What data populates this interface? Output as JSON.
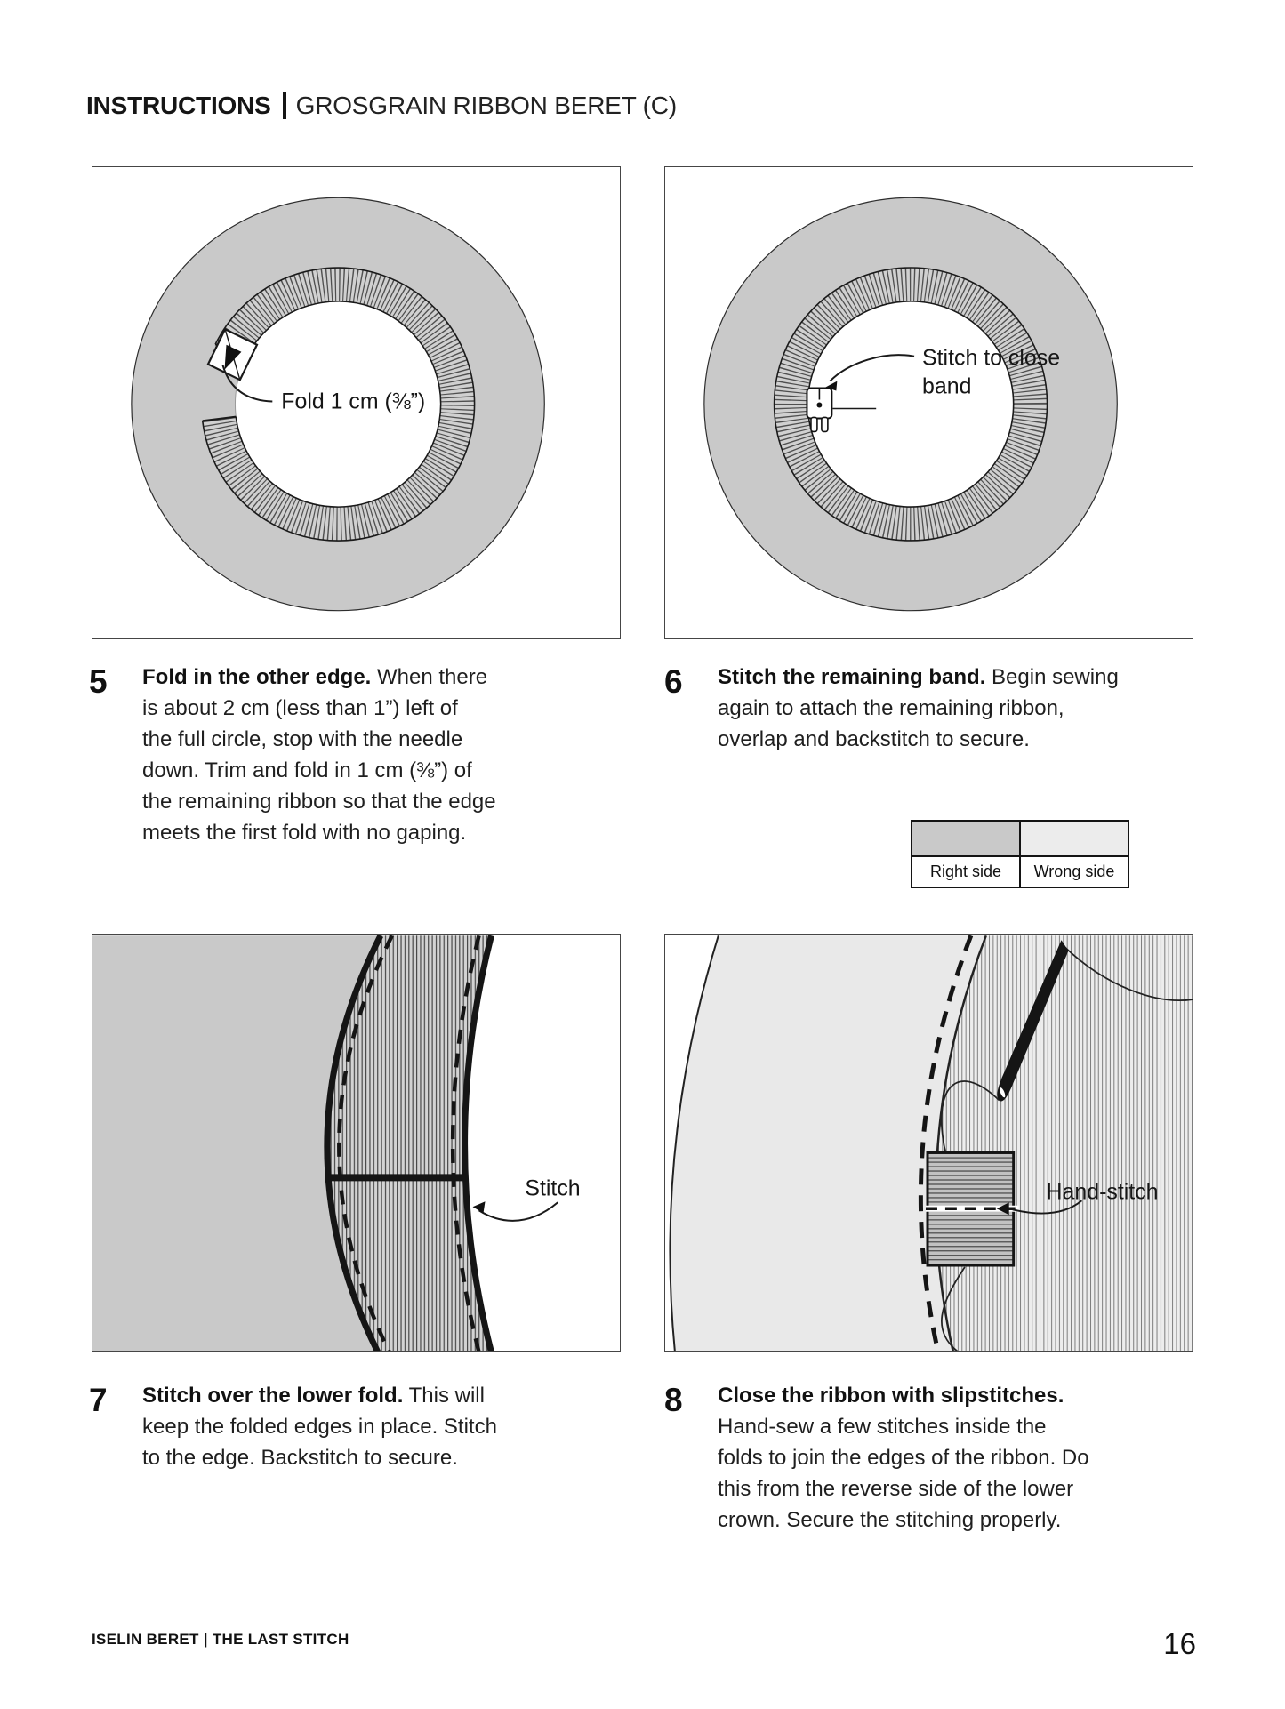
{
  "title": {
    "bold": "INSTRUCTIONS",
    "regular": "GROSGRAIN RIBBON BERET (C)"
  },
  "steps": [
    {
      "number": "5",
      "bold": "Fold in the other edge.",
      "text": " When there\nis about 2 cm (less than 1”) left of\nthe full circle, stop with the needle\ndown. Trim and fold in 1 cm (⅜”) of\nthe remaining ribbon so that the edge\nmeets the first fold with no gaping."
    },
    {
      "number": "6",
      "bold": "Stitch the remaining band.",
      "text": " Begin sewing\nagain to attach the remaining ribbon,\noverlap and backstitch to secure."
    },
    {
      "number": "7",
      "bold": "Stitch over the lower fold.",
      "text": " This will\nkeep the folded edges in place. Stitch\nto the edge. Backstitch to secure."
    },
    {
      "number": "8",
      "bold": "Close the ribbon with slipstitches.",
      "text": "\nHand-sew a few stitches inside the\nfolds to join the edges of the ribbon. Do\nthis from the reverse side of the lower\ncrown. Secure the stitching properly."
    }
  ],
  "figures": {
    "fold_annotation": "Fold 1 cm (⅜”)",
    "stitch_close_line1": "Stitch to close",
    "stitch_close_line2": "band",
    "stitch_annotation": "Stitch",
    "hand_stitch_annotation": "Hand-stitch"
  },
  "legend": {
    "right_label": "Right side",
    "wrong_label": "Wrong side",
    "right_color": "#c9c9c9",
    "wrong_color": "#ececec"
  },
  "footer": {
    "left": "ISELIN BERET | THE LAST STITCH",
    "page_number": "16"
  }
}
